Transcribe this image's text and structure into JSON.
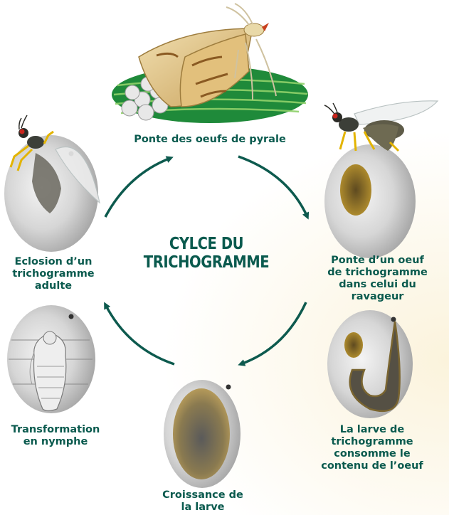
{
  "title_line1": "CYLCE DU",
  "title_line2": "TRICHOGRAMME",
  "stages": {
    "ponte_pyrale": "Ponte des oeufs de pyrale",
    "ponte_trichogramme": "Ponte d’un oeuf\nde trichogramme\ndans celui du ravageur",
    "larve_consomme": "La larve de\ntrichogramme\nconsomme le\ncontenu de l’oeuf",
    "croissance": "Croissance de\nla larve",
    "nymphe": "Transformation\nen nymphe",
    "eclosion": "Eclosion d’un\ntrichogramme\nadulte"
  },
  "colors": {
    "label": "#0a5a4e",
    "arrow": "#0d5a4e",
    "leaf": "#1f8a3a",
    "egg": "#e6e6e6"
  }
}
